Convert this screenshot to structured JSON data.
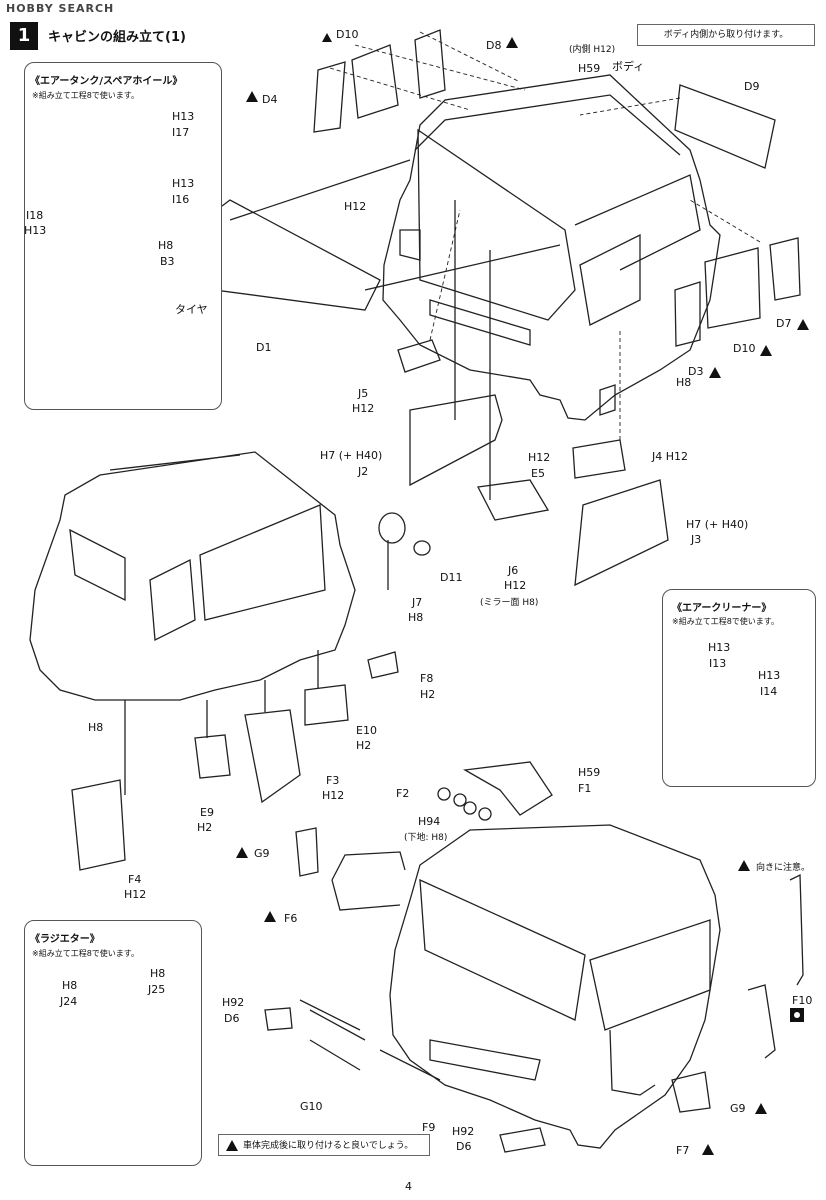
{
  "watermark": "HOBBY SEARCH",
  "step": {
    "number": "1",
    "title": "キャビンの組み立て(1)"
  },
  "body_note": "ボディ内側から取り付けます。",
  "top_labels": {
    "d10": "D10",
    "d8": "D8",
    "d4": "D4",
    "d9": "D9",
    "inner": "(内側 H12)",
    "h59": "H59",
    "body": "ボディ",
    "h12_a": "H12",
    "d1": "D1",
    "d3": "D3",
    "d7": "D7",
    "d10b": "D10",
    "h8_a": "H8",
    "j5": "J5",
    "j5c": "H12",
    "h7_j2": "H7 (+ H40)",
    "j2": "J2",
    "e5c": "H12",
    "e5": "E5",
    "j4": "J4 H12",
    "h7_j3": "H7 (+ H40)",
    "j3": "J3",
    "j6": "J6",
    "j6c": "H12",
    "mirror": "(ミラー面 H8)"
  },
  "air_tank": {
    "title": "《エアータンク/スペアホイール》",
    "note": "※組み立て工程8で使います。",
    "labels": {
      "h13a": "H13",
      "i17": "I17",
      "h13b": "H13",
      "i16": "I16",
      "i18": "I18",
      "h13c": "H13",
      "h8": "H8",
      "b3": "B3",
      "tire": "タイヤ"
    }
  },
  "mid_labels": {
    "d11": "D11",
    "j7": "J7",
    "j7c": "H8",
    "f8": "F8",
    "f8c": "H2",
    "h8": "H8",
    "e10": "E10",
    "e10c": "H2",
    "f3": "F3",
    "f3c": "H12",
    "e9": "E9",
    "e9c": "H2",
    "f4": "F4",
    "f4c": "H12"
  },
  "air_cleaner": {
    "title": "《エアークリーナー》",
    "note": "※組み立て工程8で使います。",
    "labels": {
      "h13a": "H13",
      "i13": "I13",
      "h13b": "H13",
      "i14": "I14"
    }
  },
  "bottom_labels": {
    "h59": "H59",
    "f2": "F2",
    "f1": "F1",
    "h94": "H94",
    "undercoat": "(下地: H8)",
    "g9a": "G9",
    "f6": "F6",
    "caution": "向きに注意。",
    "f10": "F10",
    "h92a": "H92",
    "d6a": "D6",
    "g10": "G10",
    "f9": "F9",
    "h92b": "H92",
    "d6b": "D6",
    "g9b": "G9",
    "f7": "F7"
  },
  "radiator": {
    "title": "《ラジエター》",
    "note": "※組み立て工程8で使います。",
    "labels": {
      "h8a": "H8",
      "j24": "J24",
      "h8b": "H8",
      "j25": "J25"
    }
  },
  "warning_bar": "車体完成後に取り付けると良いでしょう。",
  "page_number": "4"
}
